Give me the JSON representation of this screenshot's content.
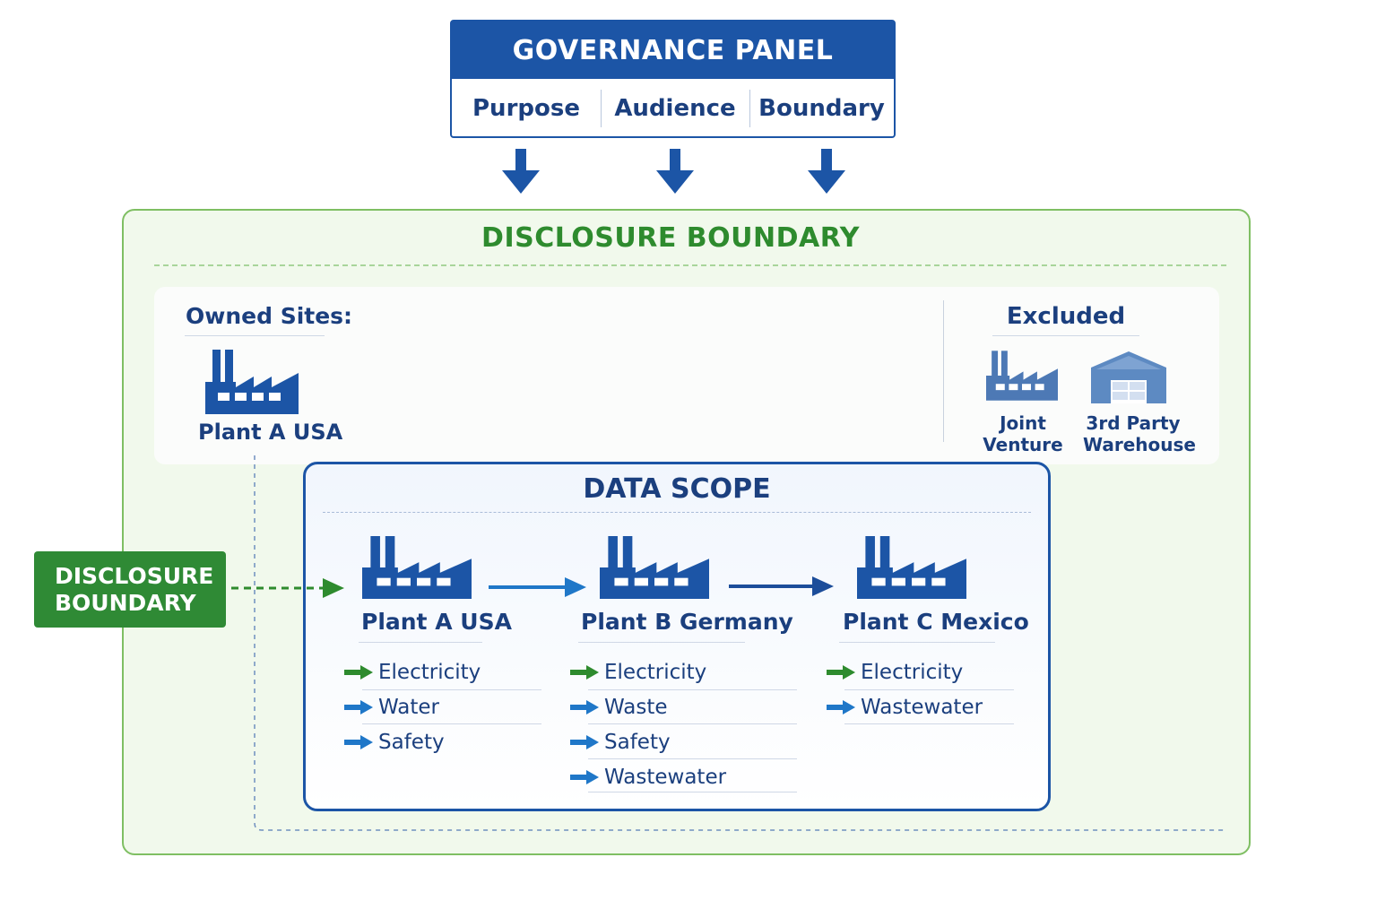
{
  "governance": {
    "title": "GOVERNANCE PANEL",
    "items": [
      "Purpose",
      "Audience",
      "Boundary"
    ]
  },
  "disclosure_boundary": {
    "title": "DISCLOSURE BOUNDARY",
    "side_label_line1": "DISCLOSURE",
    "side_label_line2": "BOUNDARY"
  },
  "owned_sites": {
    "heading": "Owned Sites:",
    "site": "Plant A USA"
  },
  "excluded": {
    "heading": "Excluded",
    "items": [
      {
        "label": "Joint Venture",
        "icon": "factory-icon"
      },
      {
        "label_line1": "3rd Party",
        "label_line2": "Warehouse",
        "icon": "warehouse-icon"
      }
    ]
  },
  "data_scope": {
    "title": "DATA SCOPE",
    "plants": [
      {
        "name": "Plant A USA",
        "metrics": [
          "Electricity",
          "Water",
          "Safety"
        ]
      },
      {
        "name": "Plant B Germany",
        "metrics": [
          "Electricity",
          "Waste",
          "Safety",
          "Wastewater"
        ]
      },
      {
        "name": "Plant C Mexico",
        "metrics": [
          "Electricity",
          "Wastewater"
        ]
      }
    ]
  },
  "colors": {
    "navy": "#1c55a6",
    "green": "#2e8b2e",
    "light_green_bg": "#f1f9ec",
    "arrow_blue": "#1f77c8",
    "arrow_green": "#2e8b2e"
  }
}
